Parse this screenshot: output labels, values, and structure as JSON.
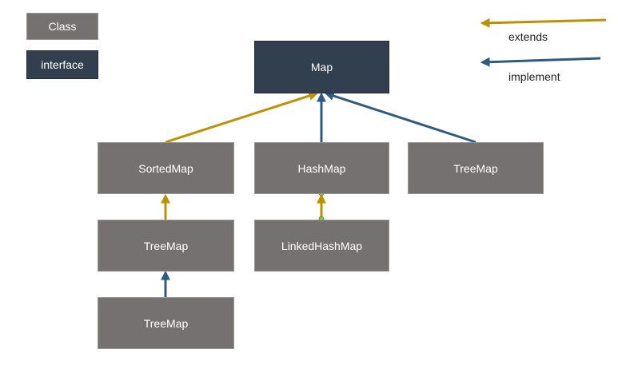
{
  "legend": {
    "class_label": "Class",
    "interface_label": "interface",
    "extends_label": "extends",
    "implement_label": "implement"
  },
  "nodes": {
    "map": "Map",
    "sortedmap": "SortedMap",
    "hashmap": "HashMap",
    "treemap_right": "TreeMap",
    "treemap_mid": "TreeMap",
    "linkedhashmap": "LinkedHashMap",
    "treemap_bottom": "TreeMap"
  },
  "colors": {
    "class_fill": "#767171",
    "interface_fill": "#323f4f",
    "extends": "#bf9000",
    "implement": "#2e5a83",
    "handle": "#7ac943"
  }
}
